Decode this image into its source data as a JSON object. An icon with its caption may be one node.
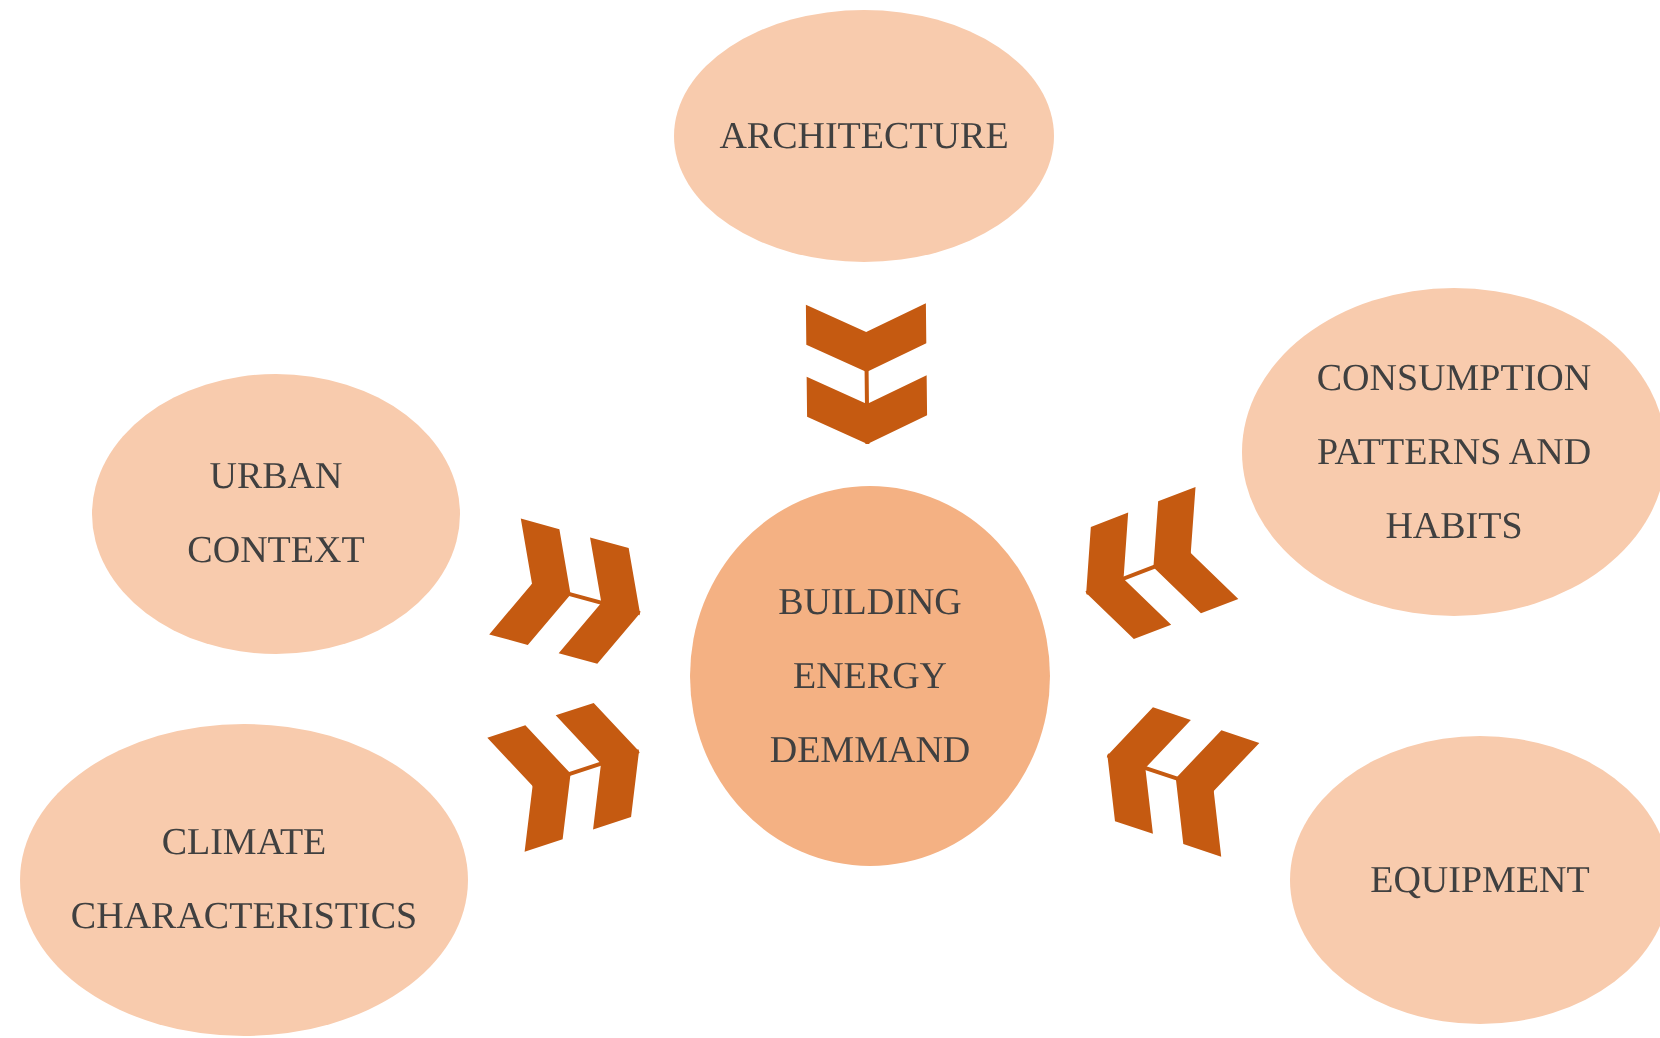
{
  "diagram": {
    "nodes": [
      {
        "text": [
          "ARCHITECTURE"
        ]
      },
      {
        "text": [
          "CONSUMPTION PATTERNS AND HABITS"
        ]
      },
      {
        "text": [
          "URBAN CONTEXT"
        ]
      },
      {
        "text": [
          "BUILDING ENERGY DEMMAND"
        ]
      },
      {
        "text": [
          "CLIMATE CHARACTERISTICS"
        ]
      },
      {
        "text": [
          "EQUIPMENT"
        ]
      }
    ],
    "edges": [
      {
        "from": 0,
        "to": 3,
        "arrow": "to"
      },
      {
        "from": 1,
        "to": 3,
        "arrow": "to"
      },
      {
        "from": 2,
        "to": 3,
        "arrow": "to"
      },
      {
        "from": 4,
        "to": 3,
        "arrow": "to"
      },
      {
        "from": 5,
        "to": 3,
        "arrow": "to"
      }
    ]
  }
}
